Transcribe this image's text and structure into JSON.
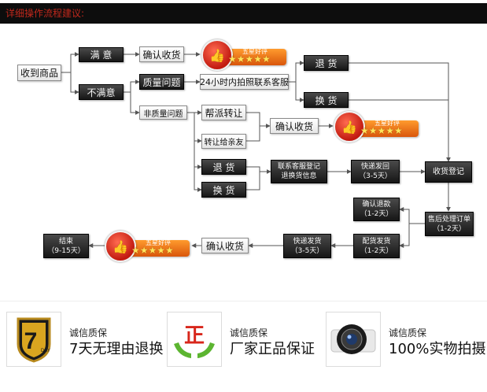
{
  "section_title": "详细操作流程建议:",
  "flow": {
    "receive": "收到商品",
    "satisfied": "满  意",
    "unsatisfied": "不满意",
    "confirm_receipt_1": "确认收货",
    "quality_issue": "质量问题",
    "contact_cs_24h": "24小时内拍照联系客服",
    "return_1": "退 货",
    "exchange_1": "换 货",
    "non_quality_issue": "非质量问题",
    "help_transfer": "帮派转让",
    "transfer_friend": "转让给亲友",
    "confirm_receipt_2": "确认收货",
    "return_2": "退 货",
    "exchange_2": "换 货",
    "register_cs_l1": "联系客服登记",
    "register_cs_l2": "退换货信息",
    "express_return_l1": "快递发回",
    "express_return_l2": "（3-5天）",
    "receipt_register": "收货登记",
    "confirm_refund_l1": "确认退款",
    "confirm_refund_l2": "（1-2天）",
    "after_sales_l1": "售后处理订单",
    "after_sales_l2": "（1-2天）",
    "dispatch_l1": "配货发货",
    "dispatch_l2": "（1-2天）",
    "express_ship_l1": "快递发货",
    "express_ship_l2": "（3-5天）",
    "confirm_receipt_3": "确认收货",
    "end_l1": "结束",
    "end_l2": "（9-15天）"
  },
  "badge": {
    "label": "五星好评",
    "stars": "★★★★★",
    "icon": "thumbs-up-icon"
  },
  "guarantees": [
    {
      "small": "诚信质保",
      "big": "7天无理由退换",
      "icon": "7-day-shield-icon",
      "icon_text": "7",
      "icon_sub": "DAY"
    },
    {
      "small": "诚信质保",
      "big": "厂家正品保证",
      "icon": "genuine-hands-icon",
      "icon_text": "正"
    },
    {
      "small": "诚信质保",
      "big": "100%实物拍摄",
      "icon": "camera-lens-icon"
    }
  ],
  "colors": {
    "title_bar": "#0d0d0d",
    "title_text": "#c0281c",
    "badge_orange": "#e8700f",
    "badge_red": "#d11d12",
    "line": "#555555"
  }
}
